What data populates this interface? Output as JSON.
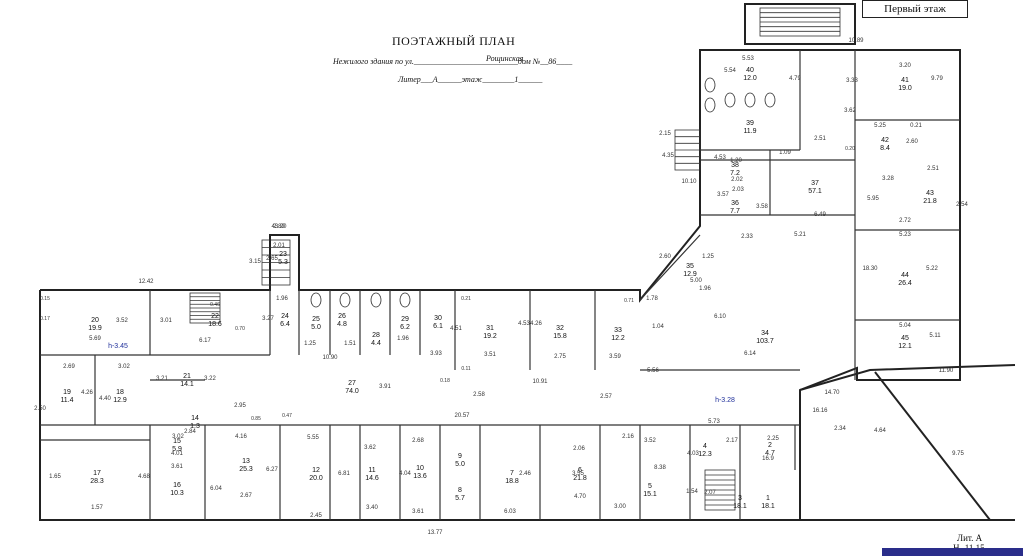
{
  "header": {
    "title": "ПОЭТАЖНЫЙ ПЛАН",
    "building_line": "Нежилого здания по ул.__________________________дом №__86____",
    "street": "Рощинская",
    "liter_line": "Литер___А______этаж________1______",
    "floor_label": "Первый этаж",
    "liter_corner": "Лит. А",
    "height_corner": "Н- 11.15"
  },
  "colors": {
    "wall": "#222222",
    "dim": "#333333",
    "level": "#1f2f9a",
    "stamp": "#2a2d8a"
  },
  "rooms": [
    {
      "num": "1",
      "area": "18.1",
      "role": "stair-room"
    },
    {
      "num": "2",
      "area": "4.7"
    },
    {
      "num": "3",
      "area": "18.1"
    },
    {
      "num": "4",
      "area": "12.3"
    },
    {
      "num": "5",
      "area": "15.1"
    },
    {
      "num": "6",
      "area": "21.8"
    },
    {
      "num": "7",
      "area": "18.8"
    },
    {
      "num": "8",
      "area": "5.7"
    },
    {
      "num": "9",
      "area": "5.0"
    },
    {
      "num": "10",
      "area": "13.6"
    },
    {
      "num": "11",
      "area": "14.6"
    },
    {
      "num": "12",
      "area": "20.0"
    },
    {
      "num": "13",
      "area": "25.3"
    },
    {
      "num": "14",
      "area": "1.3"
    },
    {
      "num": "15",
      "area": "5.9"
    },
    {
      "num": "16",
      "area": "10.3"
    },
    {
      "num": "17",
      "area": "28.3"
    },
    {
      "num": "18",
      "area": "12.9"
    },
    {
      "num": "19",
      "area": "11.4"
    },
    {
      "num": "20",
      "area": "19.9"
    },
    {
      "num": "21",
      "area": "14.1"
    },
    {
      "num": "22",
      "area": "18.6"
    },
    {
      "num": "23",
      "area": "5.3"
    },
    {
      "num": "24",
      "area": "6.4"
    },
    {
      "num": "25",
      "area": "5.0"
    },
    {
      "num": "26",
      "area": "4.8"
    },
    {
      "num": "27",
      "area": "74.0"
    },
    {
      "num": "28",
      "area": "4.4"
    },
    {
      "num": "29",
      "area": "6.2"
    },
    {
      "num": "30",
      "area": "6.1"
    },
    {
      "num": "31",
      "area": "19.2"
    },
    {
      "num": "32",
      "area": "15.8"
    },
    {
      "num": "33",
      "area": "12.2"
    },
    {
      "num": "34",
      "area": "103.7"
    },
    {
      "num": "35",
      "area": "12.9"
    },
    {
      "num": "36",
      "area": "7.7"
    },
    {
      "num": "37",
      "area": "57.1"
    },
    {
      "num": "38",
      "area": "7.2"
    },
    {
      "num": "39",
      "area": "11.9"
    },
    {
      "num": "40",
      "area": "12.0"
    },
    {
      "num": "41",
      "area": "19.0"
    },
    {
      "num": "42",
      "area": "8.4"
    },
    {
      "num": "43",
      "area": "21.8"
    },
    {
      "num": "44",
      "area": "26.4"
    },
    {
      "num": "45",
      "area": "12.1"
    }
  ],
  "dimensions": [
    "2.80",
    "12.42",
    "2.01",
    "2.65",
    "3.15",
    "1.96",
    "5.69",
    "3.52",
    "3.01",
    "6.17",
    "3.27",
    "1.25",
    "1.51",
    "1.96",
    "3.93",
    "4.51",
    "4.53",
    "4.26",
    "3.51",
    "2.75",
    "3.59",
    "10.90",
    "10.91",
    "3.91",
    "2.58",
    "2.57",
    "20.57",
    "5.56",
    "1.04",
    "1.78",
    "2.69",
    "4.26",
    "3.02",
    "4.40",
    "3.21",
    "3.22",
    "2.95",
    "4.16",
    "6.27",
    "5.55",
    "3.62",
    "2.68",
    "2.46",
    "2.06",
    "3.52",
    "4.03",
    "2.17",
    "5.73",
    "2.16",
    "8.38",
    "1.54",
    "2.07",
    "3.00",
    "6.03",
    "3.61",
    "3.40",
    "2.45",
    "2.67",
    "3.61",
    "4.01",
    "3.02",
    "2.84",
    "1.65",
    "1.57",
    "4.68",
    "6.04",
    "4.70",
    "3.55",
    "4.04",
    "6.81",
    "5.53",
    "5.54",
    "4.79",
    "2.51",
    "3.33",
    "9.79",
    "3.20",
    "3.62",
    "5.25",
    "0.21",
    "2.60",
    "2.51",
    "3.28",
    "5.95",
    "2.72",
    "2.54",
    "5.23",
    "18.30",
    "5.22",
    "5.04",
    "5.11",
    "5.21",
    "2.33",
    "6.49",
    "1.09",
    "4.53",
    "1.20",
    "2.02",
    "2.03",
    "3.58",
    "3.57",
    "2.15",
    "4.35",
    "10.10",
    "2.60",
    "1.25",
    "5.00",
    "1.96",
    "6.10",
    "6.14",
    "10.89",
    "11.90",
    "14.70",
    "2.34",
    "4.64",
    "9.75",
    "16.16",
    "16.9",
    "2.25",
    "2.50",
    "13.77",
    "43.20"
  ],
  "levels": [
    "h-3.45",
    "h-3.28"
  ],
  "survey_marks": [
    "0.15",
    "0.17",
    "0.46",
    "0.70",
    "0.85",
    "0.47",
    "0.71",
    "0.21",
    "0.11",
    "0.18",
    "0.20"
  ]
}
